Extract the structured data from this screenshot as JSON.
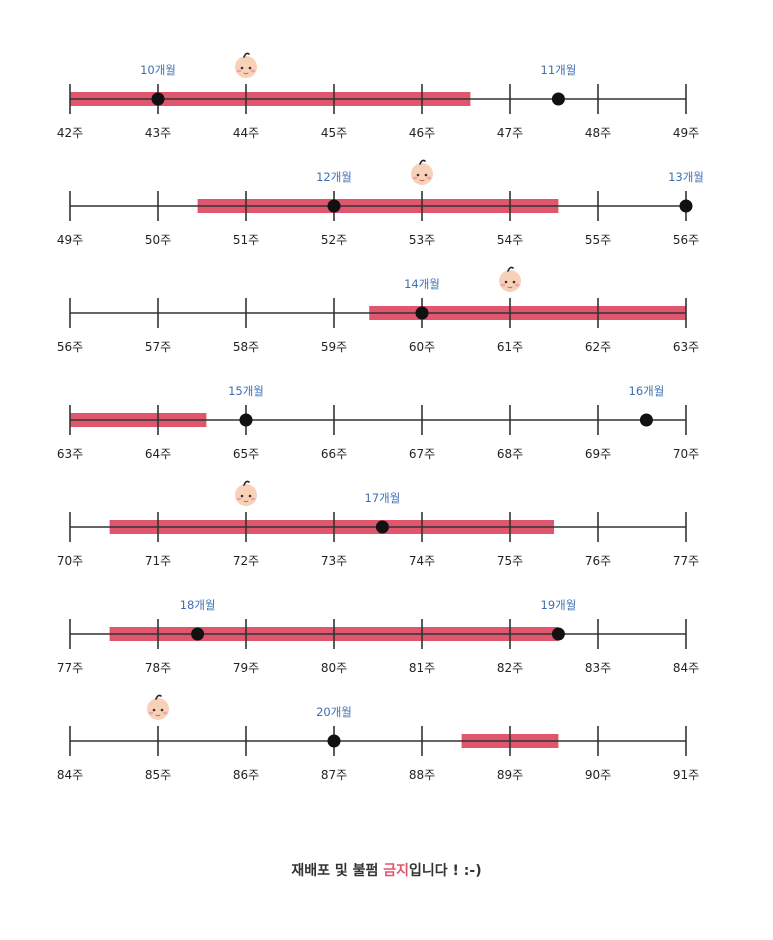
{
  "rows": [
    {
      "weeks": [
        "42주",
        "43주",
        "44주",
        "45주",
        "46주",
        "47주",
        "48주",
        "49주"
      ],
      "bars": [
        [
          42,
          46.55
        ]
      ],
      "milestones": [
        {
          "week": 43,
          "label": "10개월"
        },
        {
          "week": 47.55,
          "label": "11개월"
        }
      ],
      "babies": [
        44
      ]
    },
    {
      "weeks": [
        "49주",
        "50주",
        "51주",
        "52주",
        "53주",
        "54주",
        "55주",
        "56주"
      ],
      "bars": [
        [
          50.45,
          54.55
        ]
      ],
      "milestones": [
        {
          "week": 52,
          "label": "12개월"
        },
        {
          "week": 56,
          "label": "13개월"
        }
      ],
      "babies": [
        53
      ]
    },
    {
      "weeks": [
        "56주",
        "57주",
        "58주",
        "59주",
        "60주",
        "61주",
        "62주",
        "63주"
      ],
      "bars": [
        [
          59.4,
          63
        ]
      ],
      "milestones": [
        {
          "week": 60,
          "label": "14개월"
        }
      ],
      "babies": [
        61
      ]
    },
    {
      "weeks": [
        "63주",
        "64주",
        "65주",
        "66주",
        "67주",
        "68주",
        "69주",
        "70주"
      ],
      "bars": [
        [
          63,
          64.55
        ]
      ],
      "milestones": [
        {
          "week": 65,
          "label": "15개월"
        },
        {
          "week": 69.55,
          "label": "16개월"
        }
      ],
      "babies": []
    },
    {
      "weeks": [
        "70주",
        "71주",
        "72주",
        "73주",
        "74주",
        "75주",
        "76주",
        "77주"
      ],
      "bars": [
        [
          70.45,
          75.5
        ]
      ],
      "milestones": [
        {
          "week": 73.55,
          "label": "17개월"
        }
      ],
      "babies": [
        72
      ]
    },
    {
      "weeks": [
        "77주",
        "78주",
        "79주",
        "80주",
        "81주",
        "82주",
        "83주",
        "84주"
      ],
      "bars": [
        [
          77.45,
          82.55
        ]
      ],
      "milestones": [
        {
          "week": 78.45,
          "label": "18개월"
        },
        {
          "week": 82.55,
          "label": "19개월"
        }
      ],
      "babies": []
    },
    {
      "weeks": [
        "84주",
        "85주",
        "86주",
        "87주",
        "88주",
        "89주",
        "90주",
        "91주"
      ],
      "bars": [
        [
          88.45,
          89.55
        ]
      ],
      "milestones": [
        {
          "week": 87,
          "label": "20개월"
        }
      ],
      "babies": [
        85
      ]
    }
  ],
  "colors": {
    "bar": "#e0566e",
    "line": "#333333",
    "dot": "#111111",
    "month_label": "#3d6fb0",
    "highlight": "#e0566e",
    "baby_face": "#f8d2b8"
  },
  "footer": {
    "text_before": "재배포 및 불펌 ",
    "highlight": "금지",
    "text_after": "입니다 ! :-)"
  }
}
